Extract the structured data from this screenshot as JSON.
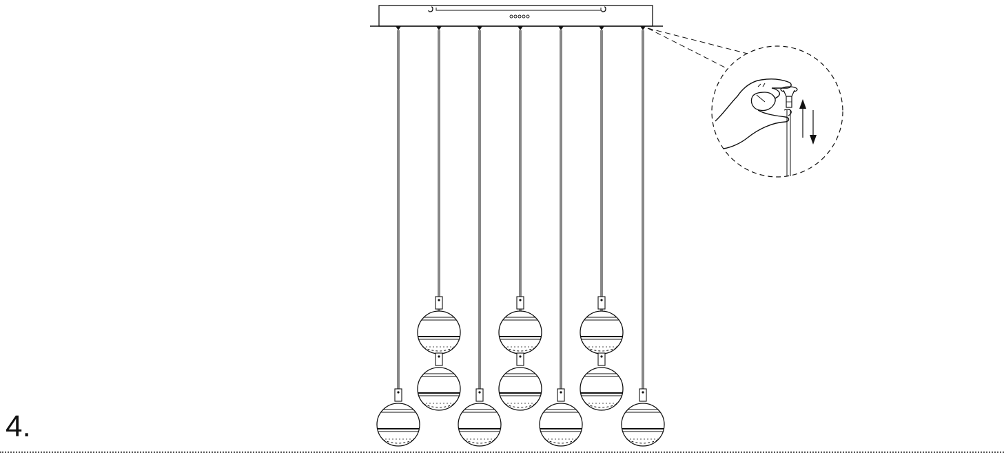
{
  "step": {
    "number": "4."
  },
  "colors": {
    "line": "#111111",
    "background": "#ffffff"
  },
  "canopy": {
    "indicator_dots": 5,
    "mount_hooks": 2
  },
  "pendants": [
    {
      "id": 1,
      "drop": "long",
      "count": 1
    },
    {
      "id": 2,
      "drop": "short",
      "count": 2
    },
    {
      "id": 3,
      "drop": "long",
      "count": 1
    },
    {
      "id": 4,
      "drop": "short",
      "count": 2
    },
    {
      "id": 5,
      "drop": "long",
      "count": 1
    },
    {
      "id": 6,
      "drop": "short",
      "count": 2
    },
    {
      "id": 7,
      "drop": "long",
      "count": 1
    }
  ],
  "detail": {
    "subject": "cable-length-adjustment",
    "icons": [
      "hand-icon",
      "cable-gripper-icon",
      "up-arrow-icon",
      "down-arrow-icon"
    ]
  }
}
